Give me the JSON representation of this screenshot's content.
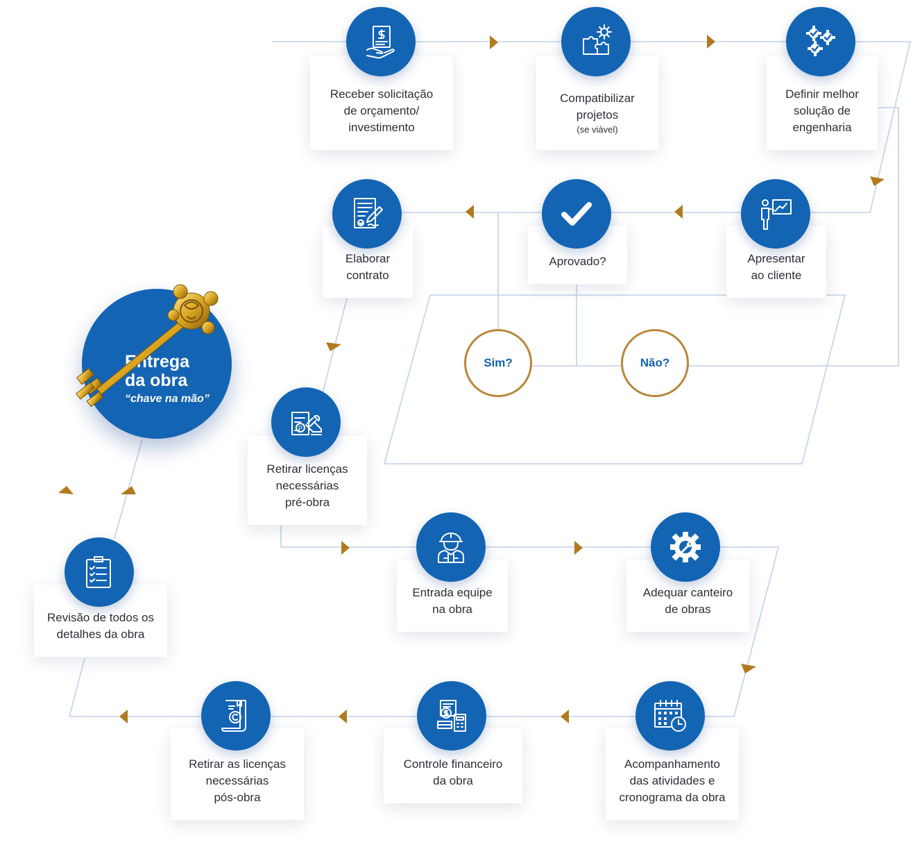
{
  "colors": {
    "primary_blue": "#1464b4",
    "line": "#c2d1e8",
    "gold_arrow": "#b27a1e",
    "decision_border": "#b8873a",
    "text": "#2b2f36"
  },
  "steps": [
    {
      "id": "receber",
      "label": "Receber solicitação\nde orçamento/\ninvestimento",
      "icon": "document-dollar-icon"
    },
    {
      "id": "compatibilizar",
      "label": "Compatibilizar\nprojetos",
      "note": "(se viável)",
      "icon": "puzzle-gear-icon"
    },
    {
      "id": "definir",
      "label": "Definir melhor\nsolução de\nengenharia",
      "icon": "gears-check-icon"
    },
    {
      "id": "apresentar",
      "label": "Apresentar\nao cliente",
      "icon": "presenter-board-icon"
    },
    {
      "id": "aprovado",
      "label": "Aprovado?",
      "icon": "checkmark-icon"
    },
    {
      "id": "elaborar",
      "label": "Elaborar\ncontrato",
      "icon": "contract-pen-icon"
    },
    {
      "id": "retirar-pre",
      "label": "Retirar licenças\nnecessárias\npré-obra",
      "icon": "stamp-document-icon"
    },
    {
      "id": "entrada",
      "label": "Entrada equipe\nna obra",
      "icon": "construction-worker-icon"
    },
    {
      "id": "adequar",
      "label": "Adequar canteiro\nde obras",
      "icon": "wrench-gear-icon"
    },
    {
      "id": "acompanhamento",
      "label": "Acompanhamento\ndas atividades e\ncronograma da obra",
      "icon": "calendar-clock-icon"
    },
    {
      "id": "controle",
      "label": "Controle financeiro\nda obra",
      "icon": "money-calculator-icon"
    },
    {
      "id": "retirar-pos",
      "label": "Retirar as licenças\nnecessárias\npós-obra",
      "icon": "copyright-scroll-icon"
    },
    {
      "id": "revisao",
      "label": "Revisão de todos os\ndetalhes da obra",
      "icon": "clipboard-checklist-icon"
    }
  ],
  "decisions": {
    "sim": "Sim?",
    "nao": "Não?"
  },
  "delivery": {
    "title": "Entrega\nda obra",
    "subtitle": "“chave na mão”",
    "icon": "golden-key-icon"
  }
}
